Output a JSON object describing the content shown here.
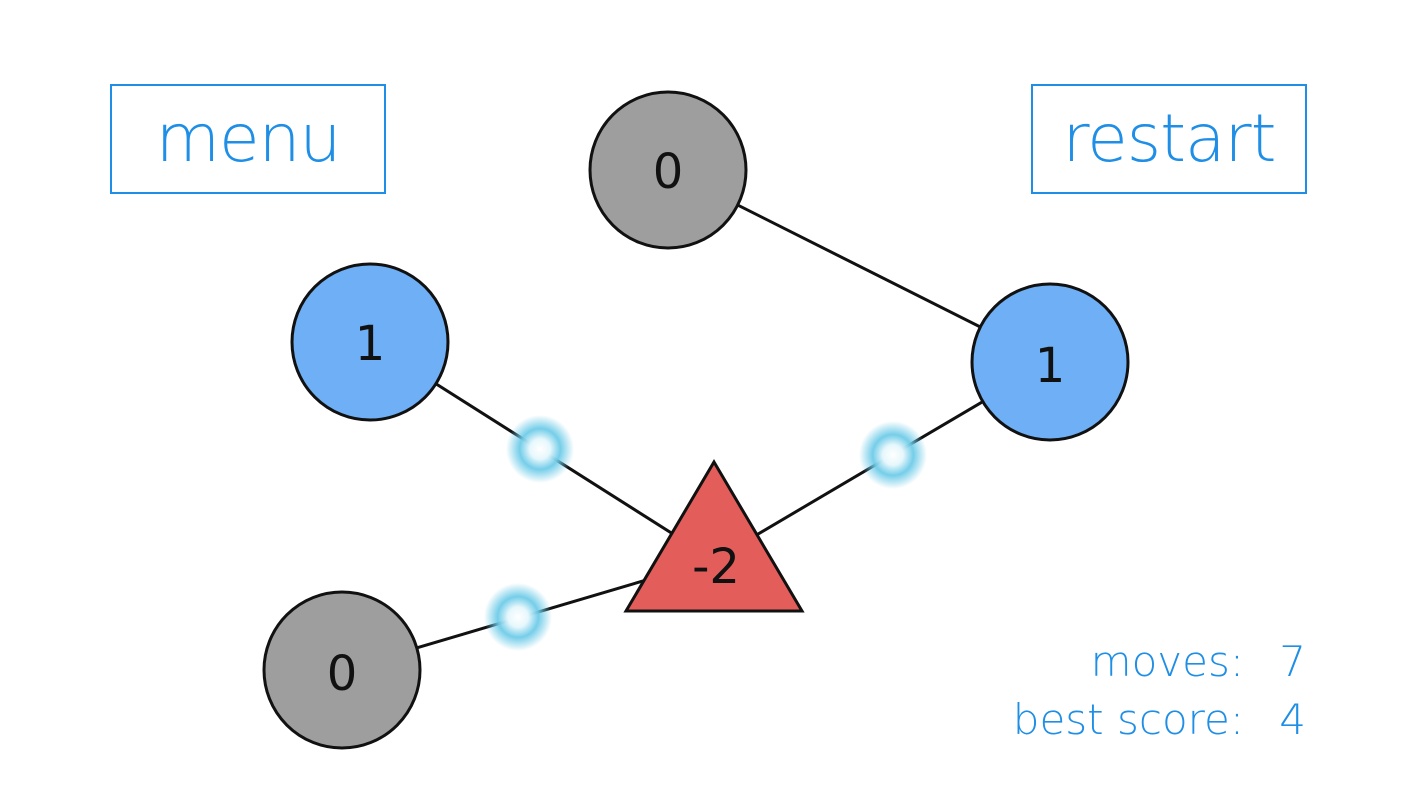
{
  "buttons": {
    "menu_label": "menu",
    "restart_label": "restart"
  },
  "nodes": [
    {
      "id": "top",
      "shape": "circle",
      "value": "0",
      "color": "#9e9e9e"
    },
    {
      "id": "left",
      "shape": "circle",
      "value": "1",
      "color": "#6eaff5"
    },
    {
      "id": "right",
      "shape": "circle",
      "value": "1",
      "color": "#6eaff5"
    },
    {
      "id": "bottom-left",
      "shape": "circle",
      "value": "0",
      "color": "#9e9e9e"
    },
    {
      "id": "center",
      "shape": "triangle",
      "value": "-2",
      "color": "#e35e5a"
    }
  ],
  "stats": {
    "moves_label": "moves:",
    "moves_value": "7",
    "best_label": "best score:",
    "best_value": "4"
  },
  "colors": {
    "accent": "#1e8ee6",
    "glow": "#6ecbe8"
  }
}
